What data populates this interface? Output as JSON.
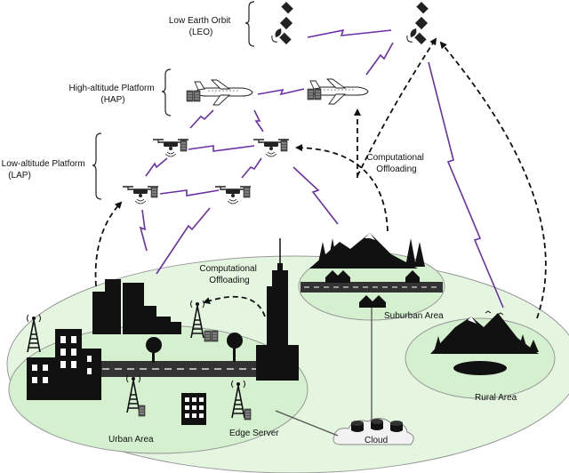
{
  "layers": {
    "leo": {
      "line1": "Low Earth Orbit",
      "line2": "(LEO)"
    },
    "hap": {
      "line1": "High-altitude Platform",
      "line2": "(HAP)"
    },
    "lap": {
      "line1": "Low-altitude Platform",
      "line2": "(LAP)"
    }
  },
  "offloading_upper": {
    "line1": "Computational",
    "line2": "Offloading"
  },
  "offloading_lower": {
    "line1": "Computational",
    "line2": "Offloading"
  },
  "areas": {
    "urban": "Urban Area",
    "edge_server": "Edge Server",
    "suburban": "Suburban Area",
    "rural": "Rural Area",
    "cloud": "Cloud"
  },
  "colors": {
    "wireless_link": "#6b2fa8",
    "ground_ellipse": "#d4f0cf",
    "ground_stroke": "#888888",
    "silhouette": "#111111",
    "road": "#333333"
  },
  "icons": {
    "satellite": "satellite-icon",
    "airplane": "airplane-icon",
    "drone": "drone-icon",
    "server": "server-icon",
    "tower": "cell-tower-icon",
    "cloud": "cloud-icon"
  }
}
